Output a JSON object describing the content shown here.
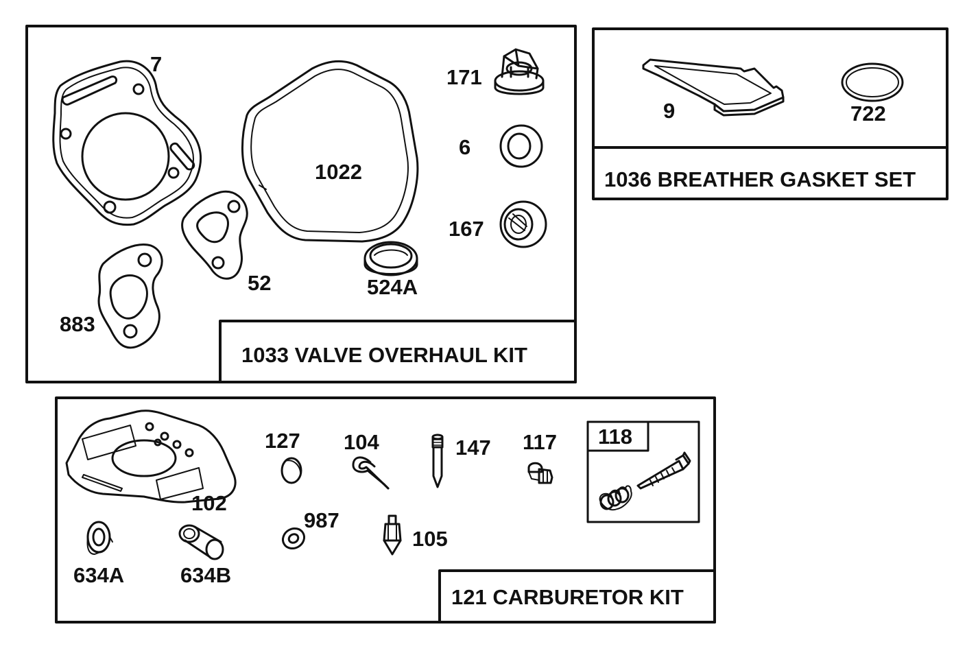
{
  "diagram": {
    "colors": {
      "ink": "#111111",
      "paper": "#ffffff",
      "shade": "#d4d4d4"
    },
    "kits": {
      "valve_overhaul": {
        "title": "1033 VALVE OVERHAUL KIT",
        "parts": [
          {
            "label": "7",
            "icon": "cylinder-head-gasket-icon"
          },
          {
            "label": "1022",
            "icon": "valve-cover-gasket-icon"
          },
          {
            "label": "171",
            "icon": "hex-nut-icon"
          },
          {
            "label": "6",
            "icon": "washer-icon"
          },
          {
            "label": "167",
            "icon": "valve-seal-icon"
          },
          {
            "label": "52",
            "icon": "exhaust-gasket-icon"
          },
          {
            "label": "524A",
            "icon": "oil-seal-icon"
          },
          {
            "label": "883",
            "icon": "intake-gasket-icon"
          }
        ]
      },
      "breather": {
        "title": "1036 BREATHER GASKET SET",
        "parts": [
          {
            "label": "9",
            "icon": "breather-gasket-icon"
          },
          {
            "label": "722",
            "icon": "o-ring-icon"
          }
        ]
      },
      "carburetor": {
        "title": "121 CARBURETOR KIT",
        "parts": [
          {
            "label": "102",
            "icon": "carburetor-gasket-icon"
          },
          {
            "label": "127",
            "icon": "welch-plug-icon"
          },
          {
            "label": "104",
            "icon": "float-pin-icon"
          },
          {
            "label": "147",
            "icon": "needle-valve-icon"
          },
          {
            "label": "117",
            "icon": "screw-icon"
          },
          {
            "label": "987",
            "icon": "seal-ring-icon"
          },
          {
            "label": "105",
            "icon": "inlet-needle-icon"
          },
          {
            "label": "634A",
            "icon": "bushing-icon"
          },
          {
            "label": "634B",
            "icon": "sleeve-icon"
          }
        ],
        "subkit": {
          "label": "118",
          "icon": "mixture-screw-and-spring-icon"
        }
      }
    }
  }
}
